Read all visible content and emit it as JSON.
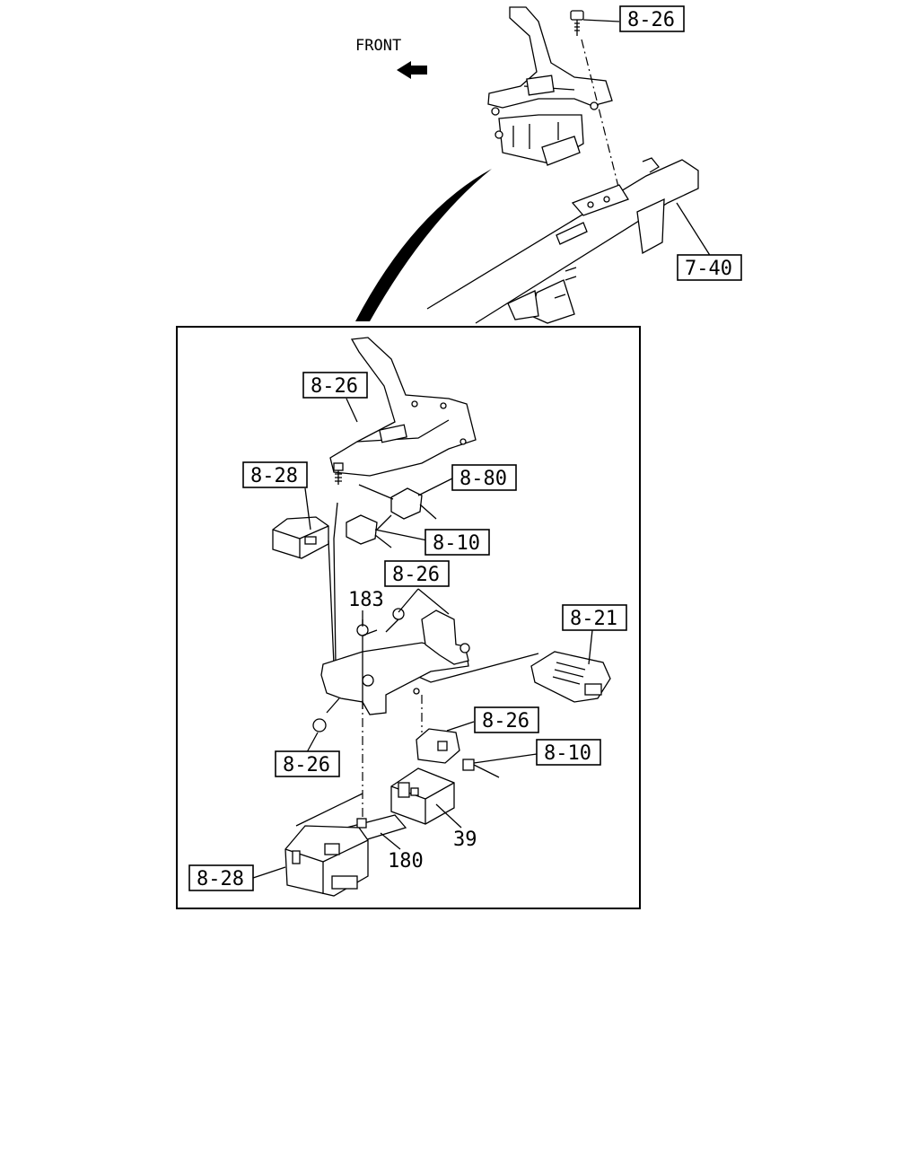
{
  "diagram": {
    "direction_label": "FRONT",
    "callouts": [
      {
        "id": "top-8-26",
        "text": "8-26"
      },
      {
        "id": "top-7-40",
        "text": "7-40"
      },
      {
        "id": "detail-8-26-bracket",
        "text": "8-26"
      },
      {
        "id": "detail-8-28-upper",
        "text": "8-28"
      },
      {
        "id": "detail-8-80",
        "text": "8-80"
      },
      {
        "id": "detail-8-10-upper",
        "text": "8-10"
      },
      {
        "id": "detail-8-26-mid",
        "text": "8-26"
      },
      {
        "id": "detail-183",
        "text": "183"
      },
      {
        "id": "detail-8-21",
        "text": "8-21"
      },
      {
        "id": "detail-8-26-relay",
        "text": "8-26"
      },
      {
        "id": "detail-8-10-lower",
        "text": "8-10"
      },
      {
        "id": "detail-8-26-nut",
        "text": "8-26"
      },
      {
        "id": "detail-39",
        "text": "39"
      },
      {
        "id": "detail-180",
        "text": "180"
      },
      {
        "id": "detail-8-28-lower",
        "text": "8-28"
      }
    ]
  }
}
